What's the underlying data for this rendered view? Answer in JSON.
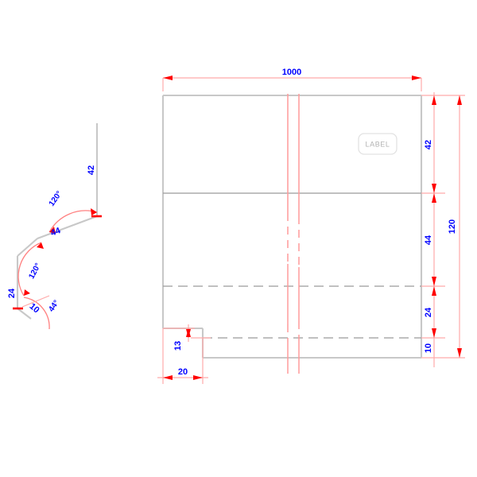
{
  "drawing": {
    "type": "engineering-sheet-metal-drawing",
    "units_note": "",
    "colors": {
      "dimension_text": "#0000FF",
      "dimension_line": "#FF0000",
      "part_outline": "#C8C8C8",
      "label_text": "#B3B3B3",
      "fold_line": "#FF9A9A"
    },
    "label_tag": {
      "text": "LABEL"
    },
    "front_view": {
      "overall_width": "1000",
      "overall_height": "120",
      "segments_right": [
        {
          "value": "42"
        },
        {
          "value": "44"
        },
        {
          "value": "24"
        },
        {
          "value": "10"
        }
      ],
      "step_height": "13",
      "step_width": "20"
    },
    "profile_view": {
      "segments": [
        {
          "value": "42"
        },
        {
          "value": "44"
        },
        {
          "value": "24"
        },
        {
          "value": "10"
        }
      ],
      "angles": [
        {
          "value": "120°"
        },
        {
          "value": "120°"
        },
        {
          "value": "44°"
        }
      ]
    }
  }
}
